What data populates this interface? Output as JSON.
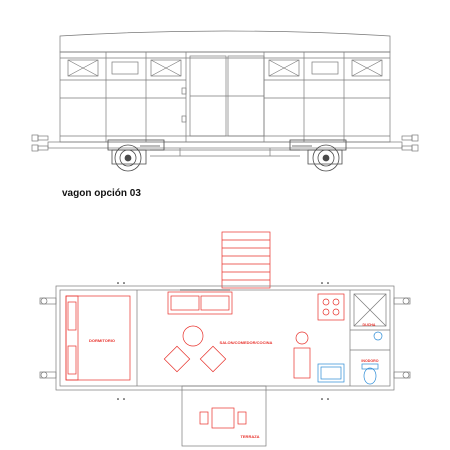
{
  "caption": "vagon opción 03",
  "rooms": {
    "bedroom": "DORMITORIO",
    "living": "SALON/COMEDOR/COCINA",
    "shower": "DUCHA",
    "toilet": "INODORO",
    "terrace": "TERRAZA"
  },
  "colors": {
    "structure": "#7a7a7a",
    "furniture": "#e8302a",
    "sanitary": "#2a8bd6",
    "text": "#111111"
  }
}
